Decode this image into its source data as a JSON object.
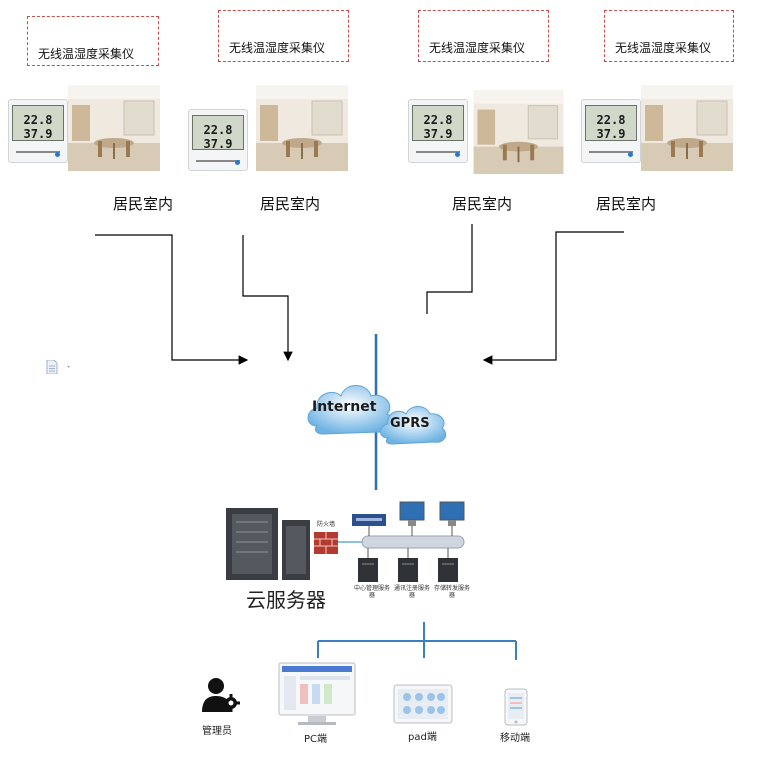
{
  "sensors": [
    {
      "label": "无线温湿度采集仪",
      "room": "居民室内",
      "temp": "22.8",
      "humidity": "37.9"
    },
    {
      "label": "无线温湿度采集仪",
      "room": "居民室内",
      "temp": "22.8",
      "humidity": "37.9"
    },
    {
      "label": "无线温湿度采集仪",
      "room": "居民室内",
      "temp": "22.8",
      "humidity": "37.9"
    },
    {
      "label": "无线温湿度采集仪",
      "room": "居民室内",
      "temp": "22.8",
      "humidity": "37.9"
    }
  ],
  "network": {
    "internet": "Internet",
    "gprs": "GPRS"
  },
  "server": {
    "title": "云服务器",
    "firewall": "防火墙",
    "units": [
      "中心管理服务器",
      "通讯注册服务器",
      "存储转发服务器"
    ]
  },
  "clients": [
    {
      "label": "管理员",
      "icon": "admin-icon"
    },
    {
      "label": "PC端",
      "icon": "pc-monitor-icon"
    },
    {
      "label": "pad端",
      "icon": "tablet-icon"
    },
    {
      "label": "移动端",
      "icon": "phone-icon"
    }
  ],
  "colors": {
    "frame": "#c0504d",
    "vline": "#2e6fb7",
    "tree": "#3a7fc1",
    "arrow": "#000000"
  }
}
